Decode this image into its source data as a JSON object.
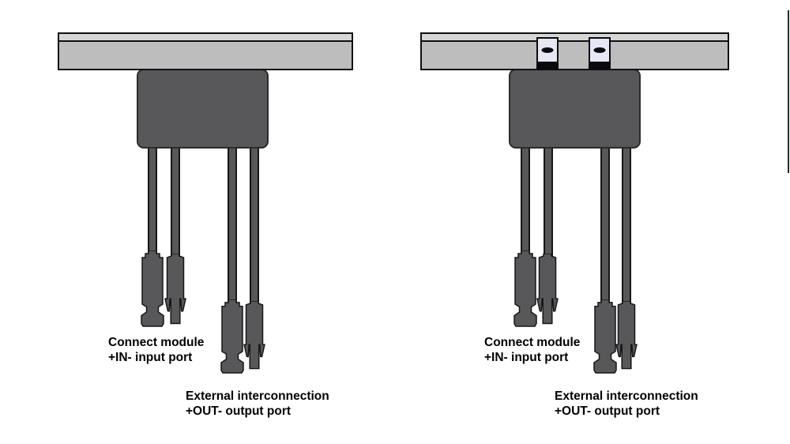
{
  "labels": {
    "input_line1": "Connect module",
    "input_line2": "+IN- input port",
    "output_line1": "External interconnection",
    "output_line2": "+OUT- output port"
  },
  "colors": {
    "background": "#ffffff",
    "rail_top_strip": "#d6d6d6",
    "rail_body": "#bdbdbd",
    "outline": "#0f0f0f",
    "junction_box_fill": "#58585a",
    "cable_fill": "#58585a",
    "connector_fill": "#58585a",
    "connector_outline": "#161616",
    "clamp_fill": "#e6e6f4",
    "clamp_slot": "#0a0a0a",
    "label_text": "#000000"
  }
}
